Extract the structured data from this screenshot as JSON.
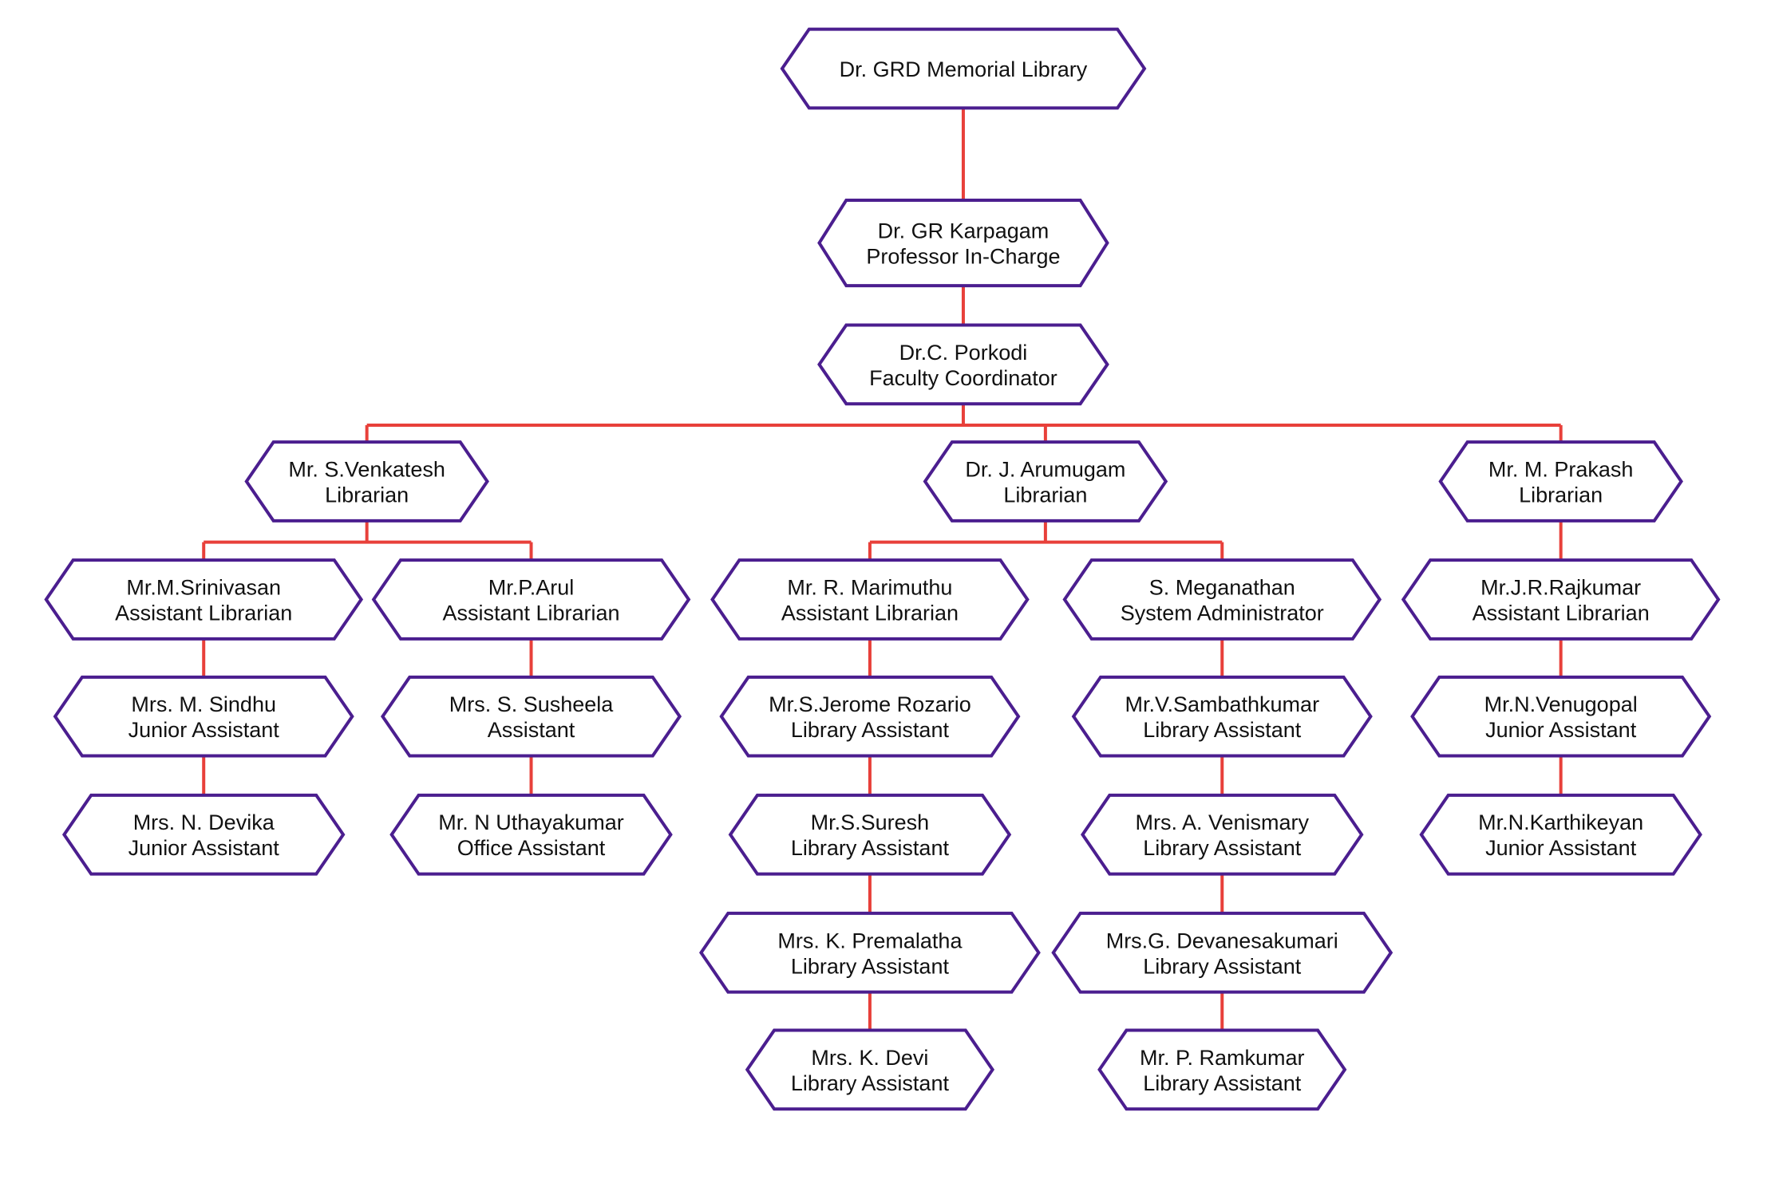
{
  "colors": {
    "node_border": "#4B1E8F",
    "connector": "#E8403A",
    "text": "#111111",
    "background": "#FFFFFF"
  },
  "nodes": {
    "root": [
      "Dr. GRD Memorial Library"
    ],
    "karpagam": [
      "Dr. GR Karpagam",
      "Professor In-Charge"
    ],
    "porkodi": [
      "Dr.C. Porkodi",
      "Faculty Coordinator"
    ],
    "venkatesh": [
      "Mr. S.Venkatesh",
      "Librarian"
    ],
    "arumugam": [
      "Dr. J. Arumugam",
      "Librarian"
    ],
    "prakash": [
      "Mr. M. Prakash",
      "Librarian"
    ],
    "srinivasan": [
      "Mr.M.Srinivasan",
      "Assistant Librarian"
    ],
    "arul": [
      "Mr.P.Arul",
      "Assistant Librarian"
    ],
    "marimuthu": [
      "Mr. R. Marimuthu",
      "Assistant Librarian"
    ],
    "meganathan": [
      "S. Meganathan",
      "System Administrator"
    ],
    "rajkumar": [
      "Mr.J.R.Rajkumar",
      "Assistant Librarian"
    ],
    "sindhu": [
      "Mrs. M. Sindhu",
      "Junior Assistant"
    ],
    "susheela": [
      "Mrs. S. Susheela",
      "Assistant"
    ],
    "jerome": [
      "Mr.S.Jerome Rozario",
      "Library Assistant"
    ],
    "sambath": [
      "Mr.V.Sambathkumar",
      "Library Assistant"
    ],
    "venugopal": [
      "Mr.N.Venugopal",
      "Junior Assistant"
    ],
    "devika": [
      "Mrs. N. Devika",
      "Junior Assistant"
    ],
    "uthaya": [
      "Mr. N Uthayakumar",
      "Office Assistant"
    ],
    "suresh": [
      "Mr.S.Suresh",
      "Library Assistant"
    ],
    "venismary": [
      "Mrs. A. Venismary",
      "Library Assistant"
    ],
    "karthikeyan": [
      "Mr.N.Karthikeyan",
      "Junior Assistant"
    ],
    "premalatha": [
      "Mrs. K. Premalatha",
      "Library Assistant"
    ],
    "devanesa": [
      "Mrs.G. Devanesakumari",
      "Library Assistant"
    ],
    "devi": [
      "Mrs. K. Devi",
      "Library Assistant"
    ],
    "ramkumar": [
      "Mr. P. Ramkumar",
      "Library Assistant"
    ]
  }
}
